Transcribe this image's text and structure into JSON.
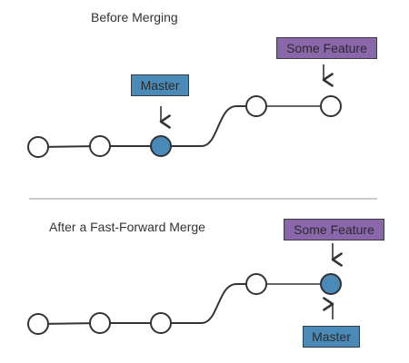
{
  "sections": {
    "before": {
      "title": "Before Merging"
    },
    "after": {
      "title": "After a Fast-Forward Merge"
    }
  },
  "labels": {
    "master": "Master",
    "feature": "Some Feature"
  },
  "colors": {
    "master_fill": "#4a8ab8",
    "feature_fill": "#8a66aa",
    "line": "#333333",
    "divider": "#9a9a9a",
    "node_empty": "#ffffff"
  },
  "diagram": {
    "before": {
      "master_on_commit": 3,
      "feature_on_commit": 5
    },
    "after": {
      "master_on_commit": 5,
      "feature_on_commit": 5
    }
  }
}
